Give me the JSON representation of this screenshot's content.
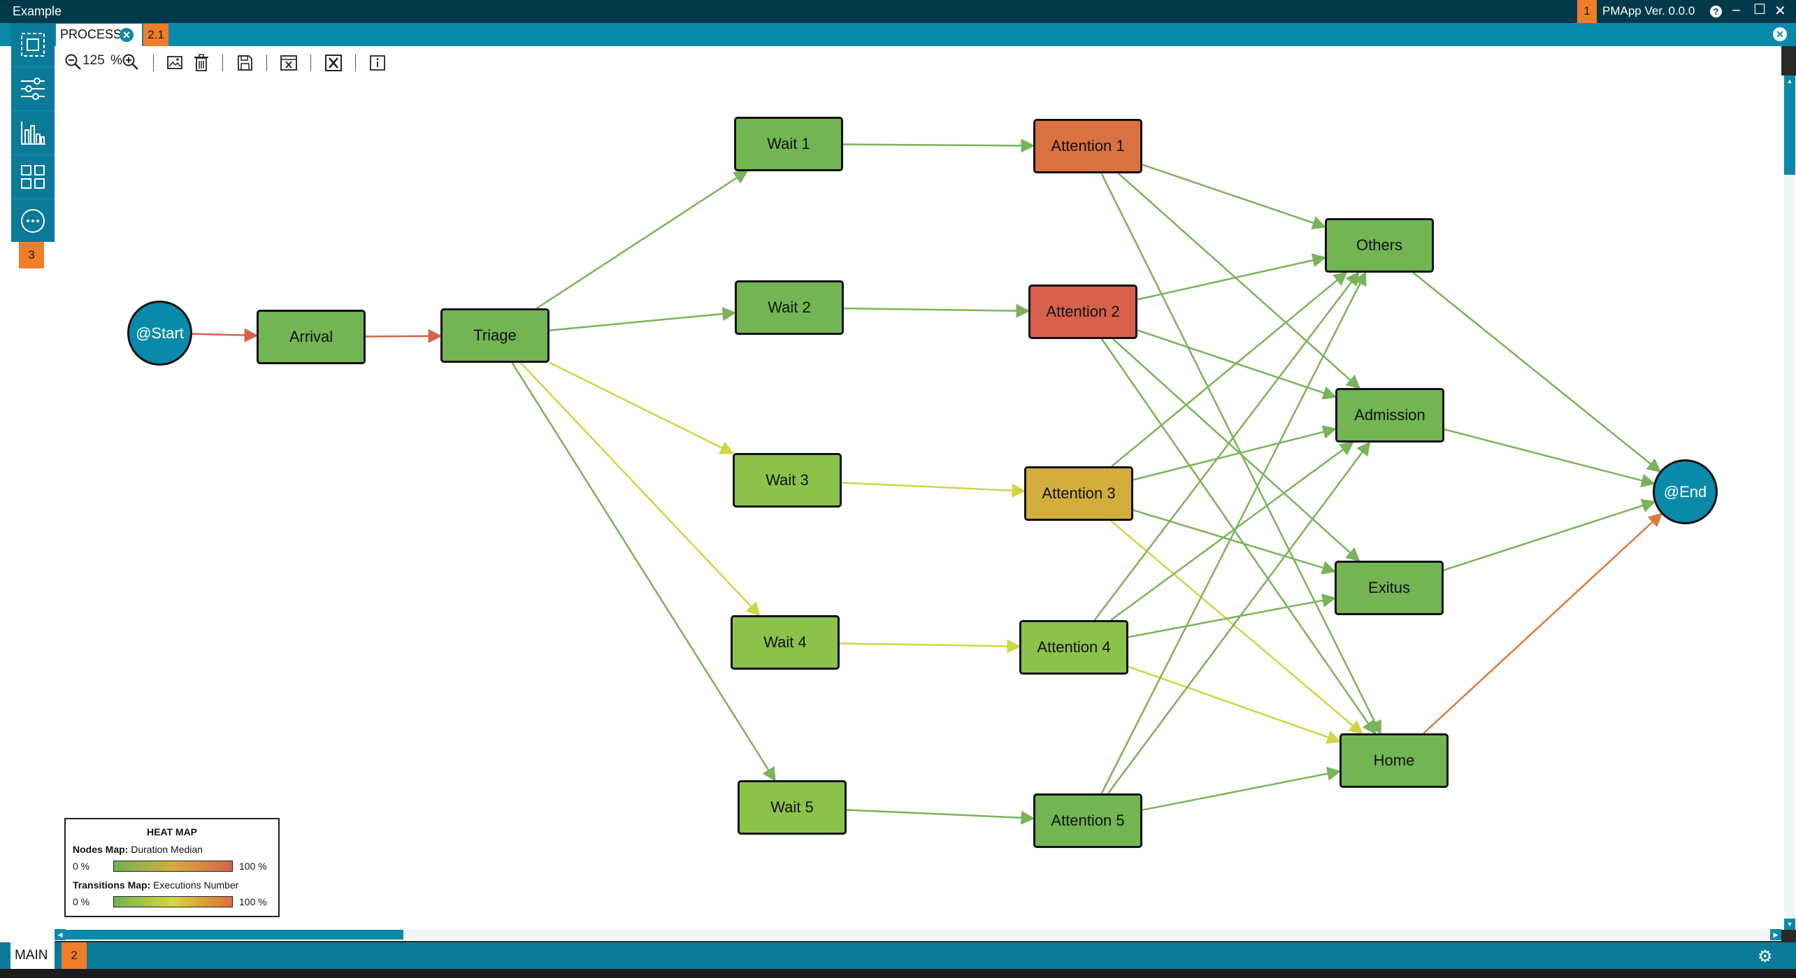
{
  "titlebar": {
    "app_title": "Example",
    "badge": "1",
    "version": "PMApp Ver. 0.0.0"
  },
  "tab": {
    "label": "PROCESS",
    "badge": "2.1"
  },
  "sidebar": {
    "badge": "3",
    "items": [
      {
        "icon": "process-map-icon"
      },
      {
        "icon": "filters-icon"
      },
      {
        "icon": "chart-icon"
      },
      {
        "icon": "grid-icon"
      },
      {
        "icon": "more-icon"
      }
    ]
  },
  "toolbar": {
    "zoom_value": "125",
    "zoom_unit": "%"
  },
  "bottom": {
    "main_label": "MAIN",
    "badge": "2"
  },
  "colors": {
    "titlebar": "#003a4a",
    "accent": "#0a8aaa",
    "badge": "#f07d2a",
    "node_green": "#72b552",
    "node_yellowgreen": "#8bc34a",
    "node_orange": "#d97240",
    "node_red": "#d8614a",
    "node_mustard": "#d3ad3c"
  },
  "nodes": [
    {
      "id": "start",
      "label": "@Start",
      "shape": "circle"
    },
    {
      "id": "arrival",
      "label": "Arrival",
      "color": "#72b552"
    },
    {
      "id": "triage",
      "label": "Triage",
      "color": "#72b552"
    },
    {
      "id": "wait1",
      "label": "Wait 1",
      "color": "#72b552"
    },
    {
      "id": "wait2",
      "label": "Wait 2",
      "color": "#72b552"
    },
    {
      "id": "wait3",
      "label": "Wait 3",
      "color": "#8bc34a"
    },
    {
      "id": "wait4",
      "label": "Wait 4",
      "color": "#8bc34a"
    },
    {
      "id": "wait5",
      "label": "Wait 5",
      "color": "#8bc34a"
    },
    {
      "id": "att1",
      "label": "Attention 1",
      "color": "#d97240"
    },
    {
      "id": "att2",
      "label": "Attention 2",
      "color": "#d8614a"
    },
    {
      "id": "att3",
      "label": "Attention 3",
      "color": "#d3ad3c"
    },
    {
      "id": "att4",
      "label": "Attention 4",
      "color": "#8bc34a"
    },
    {
      "id": "att5",
      "label": "Attention 5",
      "color": "#72b552"
    },
    {
      "id": "others",
      "label": "Others",
      "color": "#72b552"
    },
    {
      "id": "admission",
      "label": "Admission",
      "color": "#72b552"
    },
    {
      "id": "exitus",
      "label": "Exitus",
      "color": "#72b552"
    },
    {
      "id": "home",
      "label": "Home",
      "color": "#72b552"
    },
    {
      "id": "end",
      "label": "@End",
      "shape": "circle"
    }
  ],
  "legend": {
    "title": "HEAT MAP",
    "nodes_label": "Nodes Map:",
    "nodes_metric": "Duration Median",
    "transitions_label": "Transitions Map:",
    "transitions_metric": "Executions Number",
    "min": "0 %",
    "max": "100 %"
  }
}
